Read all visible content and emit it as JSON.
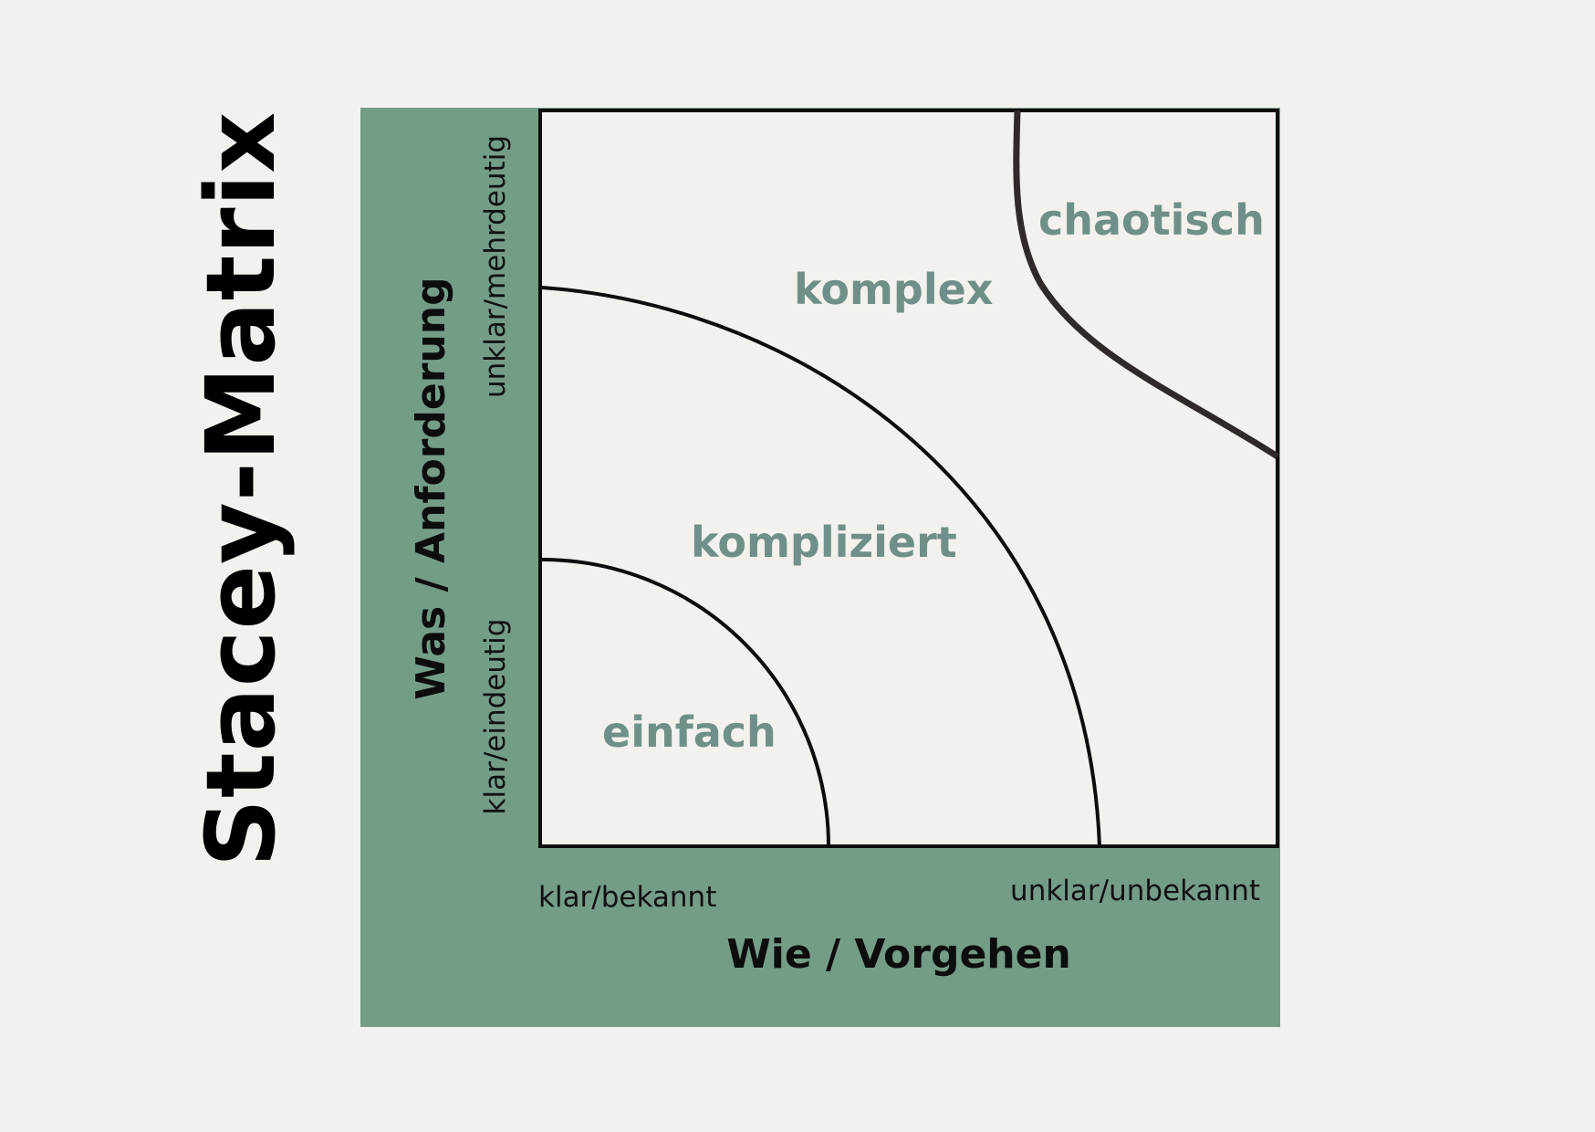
{
  "title": "Stacey-Matrix",
  "colors": {
    "panel": "#749d88",
    "background": "#f3f1ed",
    "region_text": "#6f9088",
    "lines": "#111111"
  },
  "regions": {
    "simple": "einfach",
    "complicated": "kompliziert",
    "complex": "komplex",
    "chaotic": "chaotisch"
  },
  "y_axis": {
    "title": "Was / Anforderung",
    "low": "klar/eindeutig",
    "high": "unklar/mehrdeutig"
  },
  "x_axis": {
    "title": "Wie / Vorgehen",
    "low": "klar/bekannt",
    "high": "unklar/unbekannt"
  }
}
